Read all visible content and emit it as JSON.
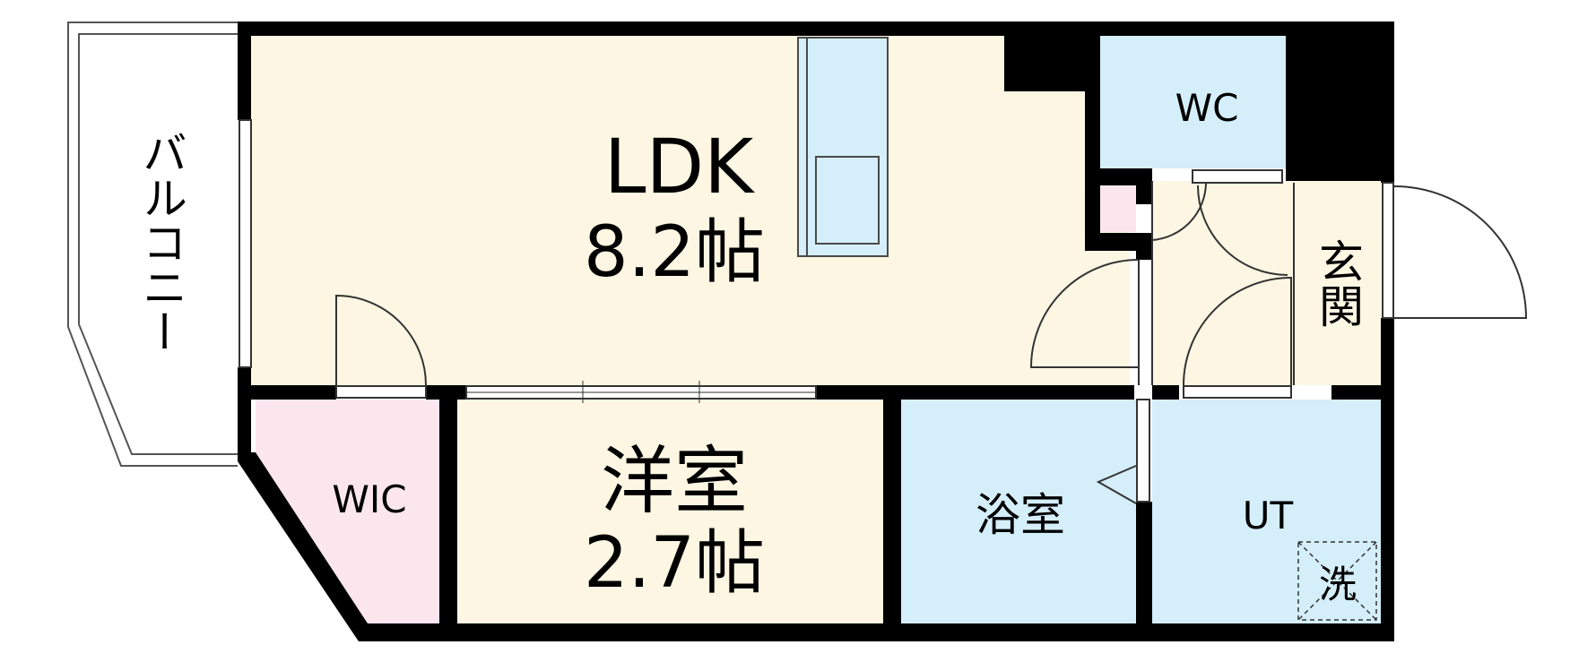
{
  "rooms": {
    "ldk": {
      "name": "LDK",
      "size": "8.2帖"
    },
    "western": {
      "name": "洋室",
      "size": "2.7帖"
    },
    "wic": "WIC",
    "wc": "WC",
    "bath": "浴室",
    "ut": "UT",
    "washer": "洗",
    "entrance": "玄関",
    "balcony": "バルコニー"
  },
  "colors": {
    "floor": "#fdf6e3",
    "water": "#d4eefa",
    "closet": "#fbe6ee",
    "wall": "#000000",
    "outline": "#1a1a1a"
  }
}
